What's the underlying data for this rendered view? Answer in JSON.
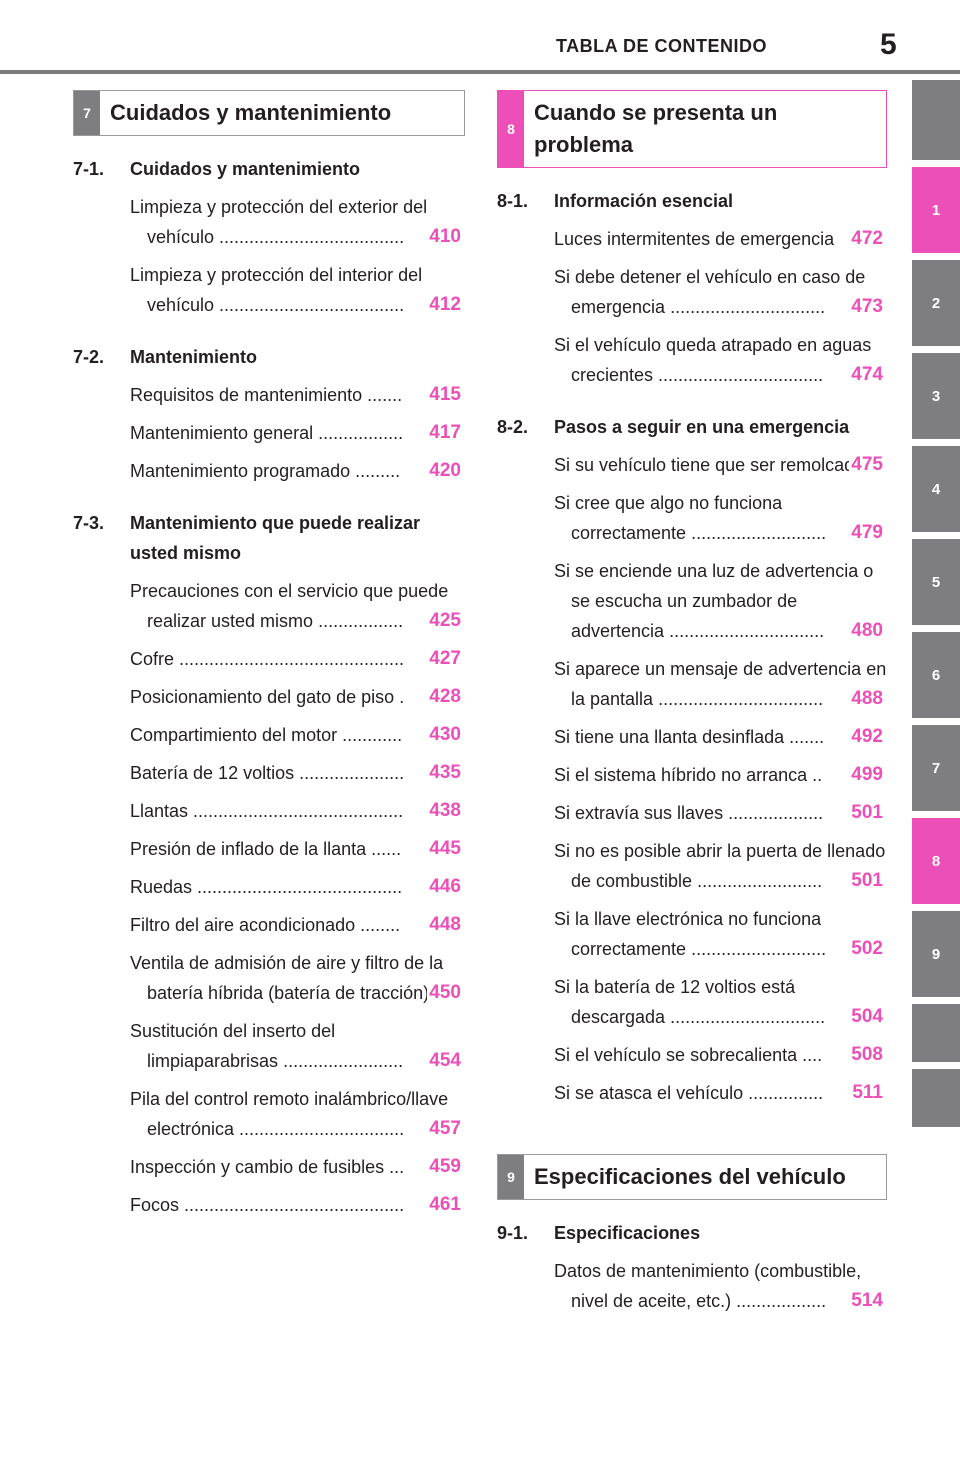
{
  "header": {
    "title": "TABLA DE CONTENIDO",
    "page_number": "5"
  },
  "side_tabs": [
    {
      "label": "",
      "active": false,
      "h": 80
    },
    {
      "label": "1",
      "active": true,
      "h": 86
    },
    {
      "label": "2",
      "active": false,
      "h": 86
    },
    {
      "label": "3",
      "active": false,
      "h": 86
    },
    {
      "label": "4",
      "active": false,
      "h": 86
    },
    {
      "label": "5",
      "active": false,
      "h": 86
    },
    {
      "label": "6",
      "active": false,
      "h": 86
    },
    {
      "label": "7",
      "active": false,
      "h": 86
    },
    {
      "label": "8",
      "active": true,
      "h": 86
    },
    {
      "label": "9",
      "active": false,
      "h": 86
    },
    {
      "label": "",
      "active": false,
      "h": 58
    },
    {
      "label": "",
      "active": false,
      "h": 58
    }
  ],
  "left": {
    "section": {
      "number": "7",
      "title": "Cuidados y mantenimiento"
    },
    "subsections": [
      {
        "number": "7-1.",
        "title": "Cuidados y mantenimiento",
        "entries": [
          {
            "text": "Limpieza y protección del exterior del vehículo",
            "page": "410"
          },
          {
            "text": "Limpieza y protección del interior del vehículo",
            "page": "412"
          }
        ]
      },
      {
        "number": "7-2.",
        "title": "Mantenimiento",
        "entries": [
          {
            "text": "Requisitos de mantenimiento",
            "page": "415"
          },
          {
            "text": "Mantenimiento general",
            "page": "417"
          },
          {
            "text": "Mantenimiento programado",
            "page": "420"
          }
        ]
      },
      {
        "number": "7-3.",
        "title": "Mantenimiento que puede realizar usted mismo",
        "entries": [
          {
            "text": "Precauciones con el servicio que puede realizar usted mismo",
            "page": "425"
          },
          {
            "text": "Cofre",
            "page": "427"
          },
          {
            "text": "Posicionamiento del gato de piso",
            "page": "428"
          },
          {
            "text": "Compartimiento del motor",
            "page": "430"
          },
          {
            "text": "Batería de 12 voltios",
            "page": "435"
          },
          {
            "text": "Llantas",
            "page": "438"
          },
          {
            "text": "Presión de inflado de la llanta",
            "page": "445"
          },
          {
            "text": "Ruedas",
            "page": "446"
          },
          {
            "text": "Filtro del aire acondicionado",
            "page": "448"
          },
          {
            "text": "Ventila de admisión de aire y filtro de la batería híbrida (batería de tracción)",
            "page": "450"
          },
          {
            "text": "Sustitución del inserto del limpiaparabrisas",
            "page": "454"
          },
          {
            "text": "Pila del control remoto inalámbrico/llave electrónica",
            "page": "457"
          },
          {
            "text": "Inspección y cambio de fusibles",
            "page": "459"
          },
          {
            "text": "Focos",
            "page": "461"
          }
        ]
      }
    ]
  },
  "right": {
    "section8": {
      "number": "8",
      "title": "Cuando se presenta un problema"
    },
    "subsections8": [
      {
        "number": "8-1.",
        "title": "Información esencial",
        "entries": [
          {
            "text": "Luces intermitentes de emergencia",
            "page": "472"
          },
          {
            "text": "Si debe detener el vehículo en caso de emergencia",
            "page": "473"
          },
          {
            "text": "Si el vehículo queda atrapado en aguas crecientes",
            "page": "474"
          }
        ]
      },
      {
        "number": "8-2.",
        "title": "Pasos a seguir en una emergencia",
        "entries": [
          {
            "text": "Si su vehículo tiene que ser remolcado",
            "page": "475"
          },
          {
            "text": "Si cree que algo no funciona correctamente",
            "page": "479"
          },
          {
            "text": "Si se enciende una luz de advertencia o se escucha un zumbador de advertencia",
            "page": "480"
          },
          {
            "text": "Si aparece un mensaje de advertencia en la pantalla",
            "page": "488"
          },
          {
            "text": "Si tiene una llanta desinflada",
            "page": "492"
          },
          {
            "text": "Si el sistema híbrido no arranca",
            "page": "499"
          },
          {
            "text": "Si extravía sus llaves",
            "page": "501"
          },
          {
            "text": "Si no es posible abrir la puerta de llenado de combustible",
            "page": "501"
          },
          {
            "text": "Si la llave electrónica no funciona correctamente",
            "page": "502"
          },
          {
            "text": "Si la batería de 12 voltios está descargada",
            "page": "504"
          },
          {
            "text": "Si el vehículo se sobrecalienta",
            "page": "508"
          },
          {
            "text": "Si se atasca el vehículo",
            "page": "511"
          }
        ]
      }
    ],
    "section9": {
      "number": "9",
      "title": "Especificaciones del vehículo"
    },
    "subsections9": [
      {
        "number": "9-1.",
        "title": "Especificaciones",
        "entries": [
          {
            "text": "Datos de mantenimiento (combustible, nivel de aceite, etc.)",
            "page": "514"
          }
        ]
      }
    ]
  }
}
